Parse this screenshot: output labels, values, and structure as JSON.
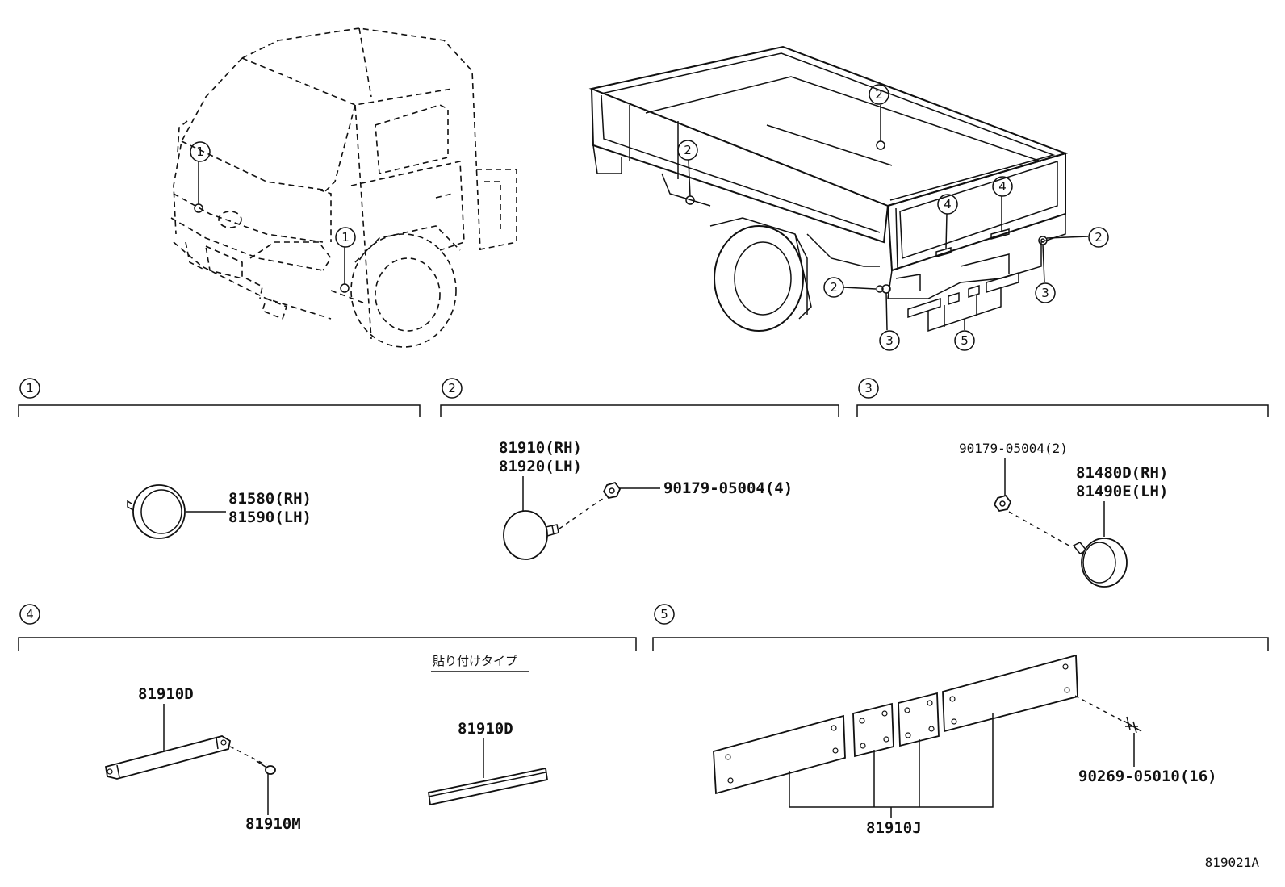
{
  "callouts": [
    "1",
    "2",
    "3",
    "4",
    "5"
  ],
  "groups": {
    "g1": {
      "number": "1",
      "labels": [
        "81580(RH)",
        "81590(LH)"
      ]
    },
    "g2": {
      "number": "2",
      "labels": [
        "81910(RH)",
        "81920(LH)",
        "90179-05004(4)"
      ]
    },
    "g3": {
      "number": "3",
      "labels": [
        "90179-05004(2)",
        "81480D(RH)",
        "81490E(LH)"
      ]
    },
    "g4": {
      "number": "4",
      "labels": [
        "81910D",
        "81910M",
        "81910D"
      ],
      "note": "貼り付けタイプ"
    },
    "g5": {
      "number": "5",
      "labels": [
        "81910J",
        "90269-05010(16)"
      ]
    }
  },
  "diagram_code": "819021A"
}
